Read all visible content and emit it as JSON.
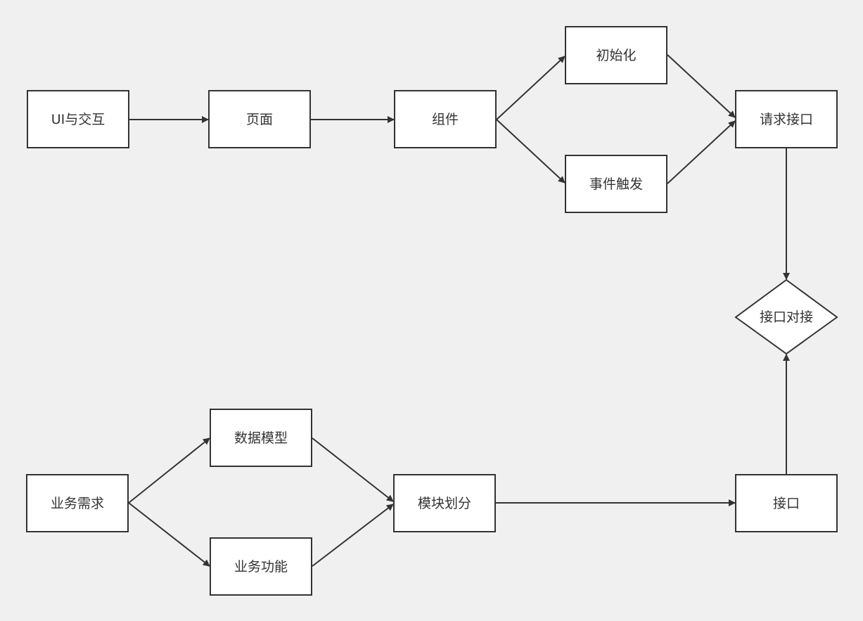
{
  "diagram": {
    "nodes": {
      "ui": "UI与交互",
      "page": "页面",
      "component": "组件",
      "init": "初始化",
      "event": "事件触发",
      "request": "请求接口",
      "integration": "接口对接",
      "business": "业务需求",
      "datamodel": "数据模型",
      "function": "业务功能",
      "module": "模块划分",
      "api": "接口"
    }
  }
}
